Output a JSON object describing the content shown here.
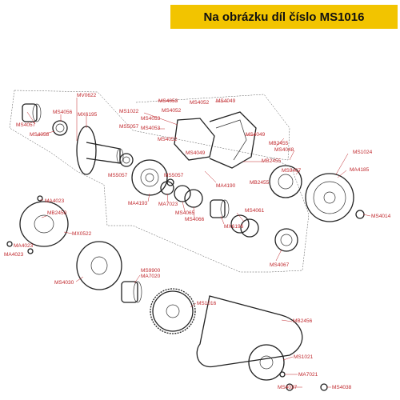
{
  "header": {
    "title": "Na obrázku díl číslo MS1016",
    "accent_color": "#f2c400",
    "label_color": "#c0282d"
  },
  "labels": {
    "MV0622": "MV0622",
    "MS4057": "MS4057",
    "MS4056": "MS4056",
    "MX6195": "MX6195",
    "MS4058": "MS4058",
    "MS1022": "MS1022",
    "MS4053a": "MS4053",
    "MS4053b": "MS4053",
    "MS4053c": "MS4053",
    "MS4052a": "MS4052",
    "MS4052b": "MS4052",
    "MS4052c": "MS4052",
    "MS4049a": "MS4049",
    "MS4049b": "MS4049",
    "MS4049c": "MS4049",
    "MS5057a": "MS5057",
    "MS5057b": "MS5057",
    "MS5057c": "MS5057",
    "MB2455a": "MB2455",
    "MB2455b": "MB2455",
    "MB2455c": "MB2455",
    "MS4048": "MS4048",
    "MS9407": "MS9407",
    "MS1024": "MS1024",
    "MA4185": "MA4185",
    "MA4190": "MA4190",
    "MA4193": "MA4193",
    "MA7023": "MA7023",
    "MS4065": "MS4065",
    "MS4066": "MS4066",
    "MS4061": "MS4061",
    "MX6196": "MX6196",
    "MS4067": "MS4067",
    "MS4014": "MS4014",
    "MA4023a": "MA4023",
    "MA4023b": "MA4023",
    "MA4023c": "MA4023",
    "MB2450": "MB2450",
    "MX0522": "MX0522",
    "MS4030": "MS4030",
    "MS9900": "MS9900",
    "MA7020": "MA7020",
    "MS1016": "MS1016",
    "MB2456": "MB2456",
    "MS1021": "MS1021",
    "MA7021": "MA7021",
    "MS4037": "MS4037",
    "MS4038": "MS4038"
  }
}
